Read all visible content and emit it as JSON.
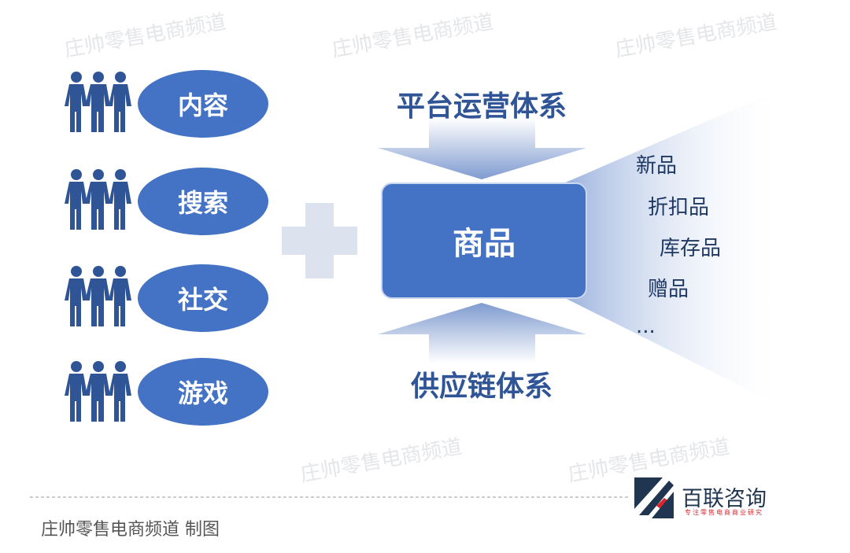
{
  "channels": [
    "内容",
    "搜索",
    "社交",
    "游戏"
  ],
  "top_label": "平台运营体系",
  "bottom_label": "供应链体系",
  "center_label": "商品",
  "outputs": [
    "新品",
    "折扣品",
    "库存品",
    "赠品",
    "..."
  ],
  "watermark": "庄帅零售电商频道",
  "caption": "庄帅零售电商频道 制图",
  "logo": {
    "name": "百联咨询",
    "tagline": "专注零售电商商业研究"
  },
  "colors": {
    "primary": "#4472c4",
    "dark": "#2f5597",
    "plus": "#dde3ee",
    "accent": "#d9262c"
  }
}
